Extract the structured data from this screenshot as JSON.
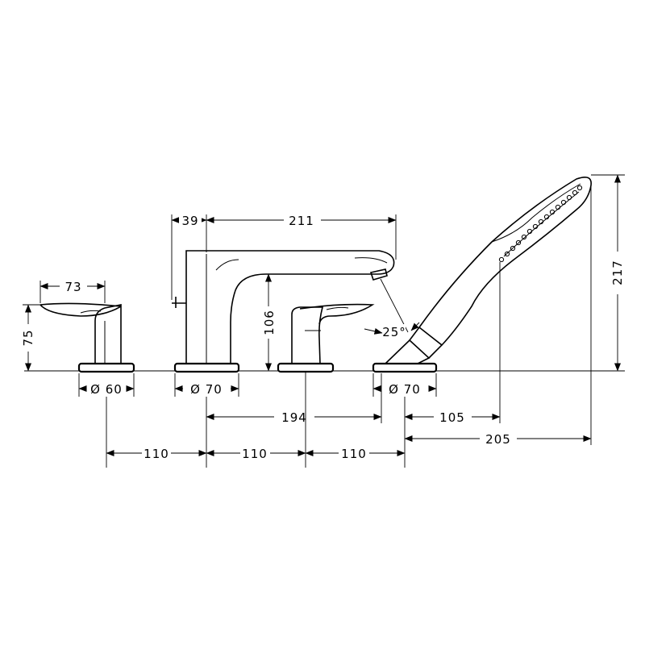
{
  "dimensions": {
    "spout_offset": "39",
    "spout_length": "211",
    "handle_length": "73",
    "handle_height": "75",
    "spout_height": "106",
    "shower_angle": "25°",
    "hand_shower_height": "217",
    "base_diameter_handle": "Ø 60",
    "base_diameter_spout": "Ø 70",
    "base_diameter_shower": "Ø 70",
    "spout_to_holder": "194",
    "shower_offset_1": "105",
    "shower_offset_2": "205",
    "spacing_1": "110",
    "spacing_2": "110",
    "spacing_3": "110"
  }
}
